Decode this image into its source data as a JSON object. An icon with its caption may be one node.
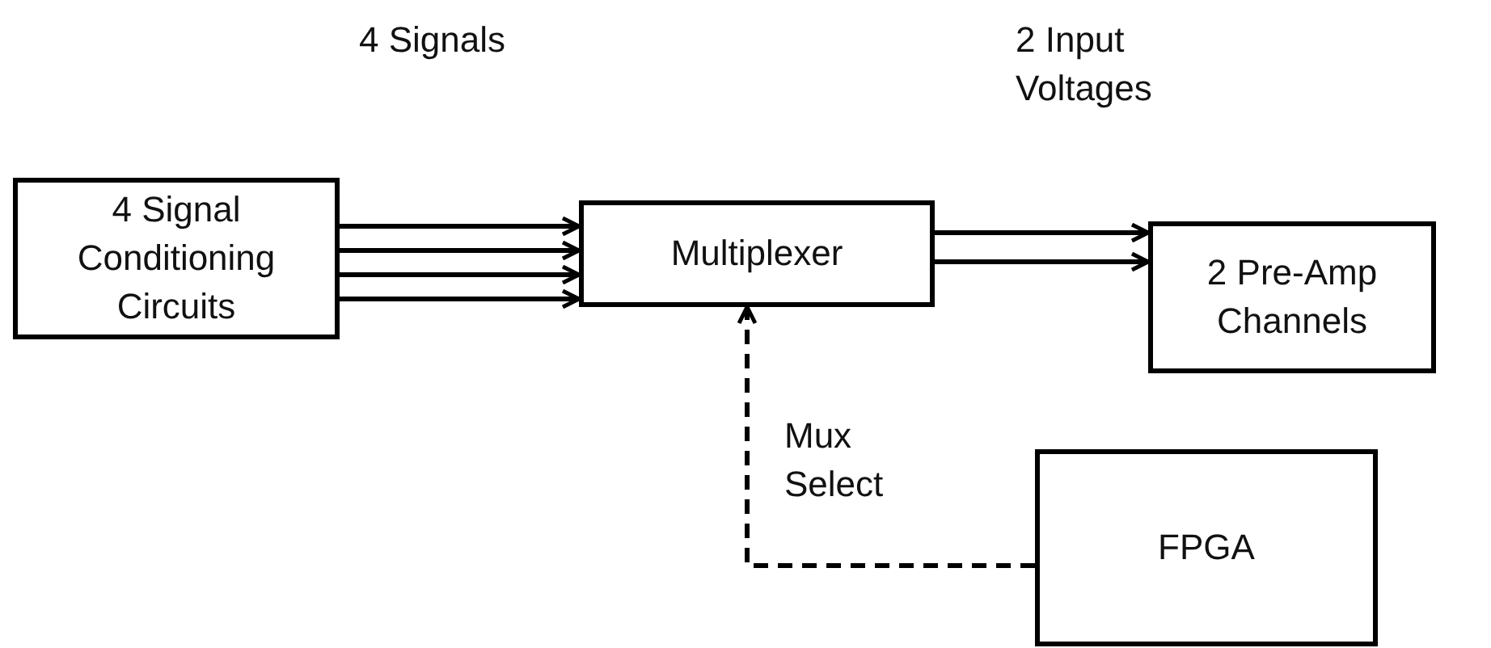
{
  "diagram": {
    "nodes": [
      {
        "text": [
          "4 Signal Conditioning Circuits"
        ]
      },
      {
        "text": [
          "Multiplexer"
        ]
      },
      {
        "text": [
          "2 Pre-Amp Channels"
        ]
      },
      {
        "text": [
          "FPGA"
        ]
      }
    ],
    "edges": [
      {
        "from": 0,
        "to": 1,
        "arrow": "to"
      },
      {
        "from": 0,
        "to": 1,
        "arrow": "to"
      },
      {
        "from": 0,
        "to": 1,
        "arrow": "to"
      },
      {
        "from": 0,
        "to": 1,
        "arrow": "to"
      },
      {
        "from": 1,
        "to": 2,
        "arrow": "to"
      },
      {
        "from": 1,
        "to": 2,
        "arrow": "to"
      },
      {
        "from": 3,
        "to": 1,
        "arrow": "to",
        "label": "Mux Select",
        "style": "dashed"
      }
    ],
    "labels": [
      "4 Signals",
      "2 Input Voltages"
    ]
  }
}
